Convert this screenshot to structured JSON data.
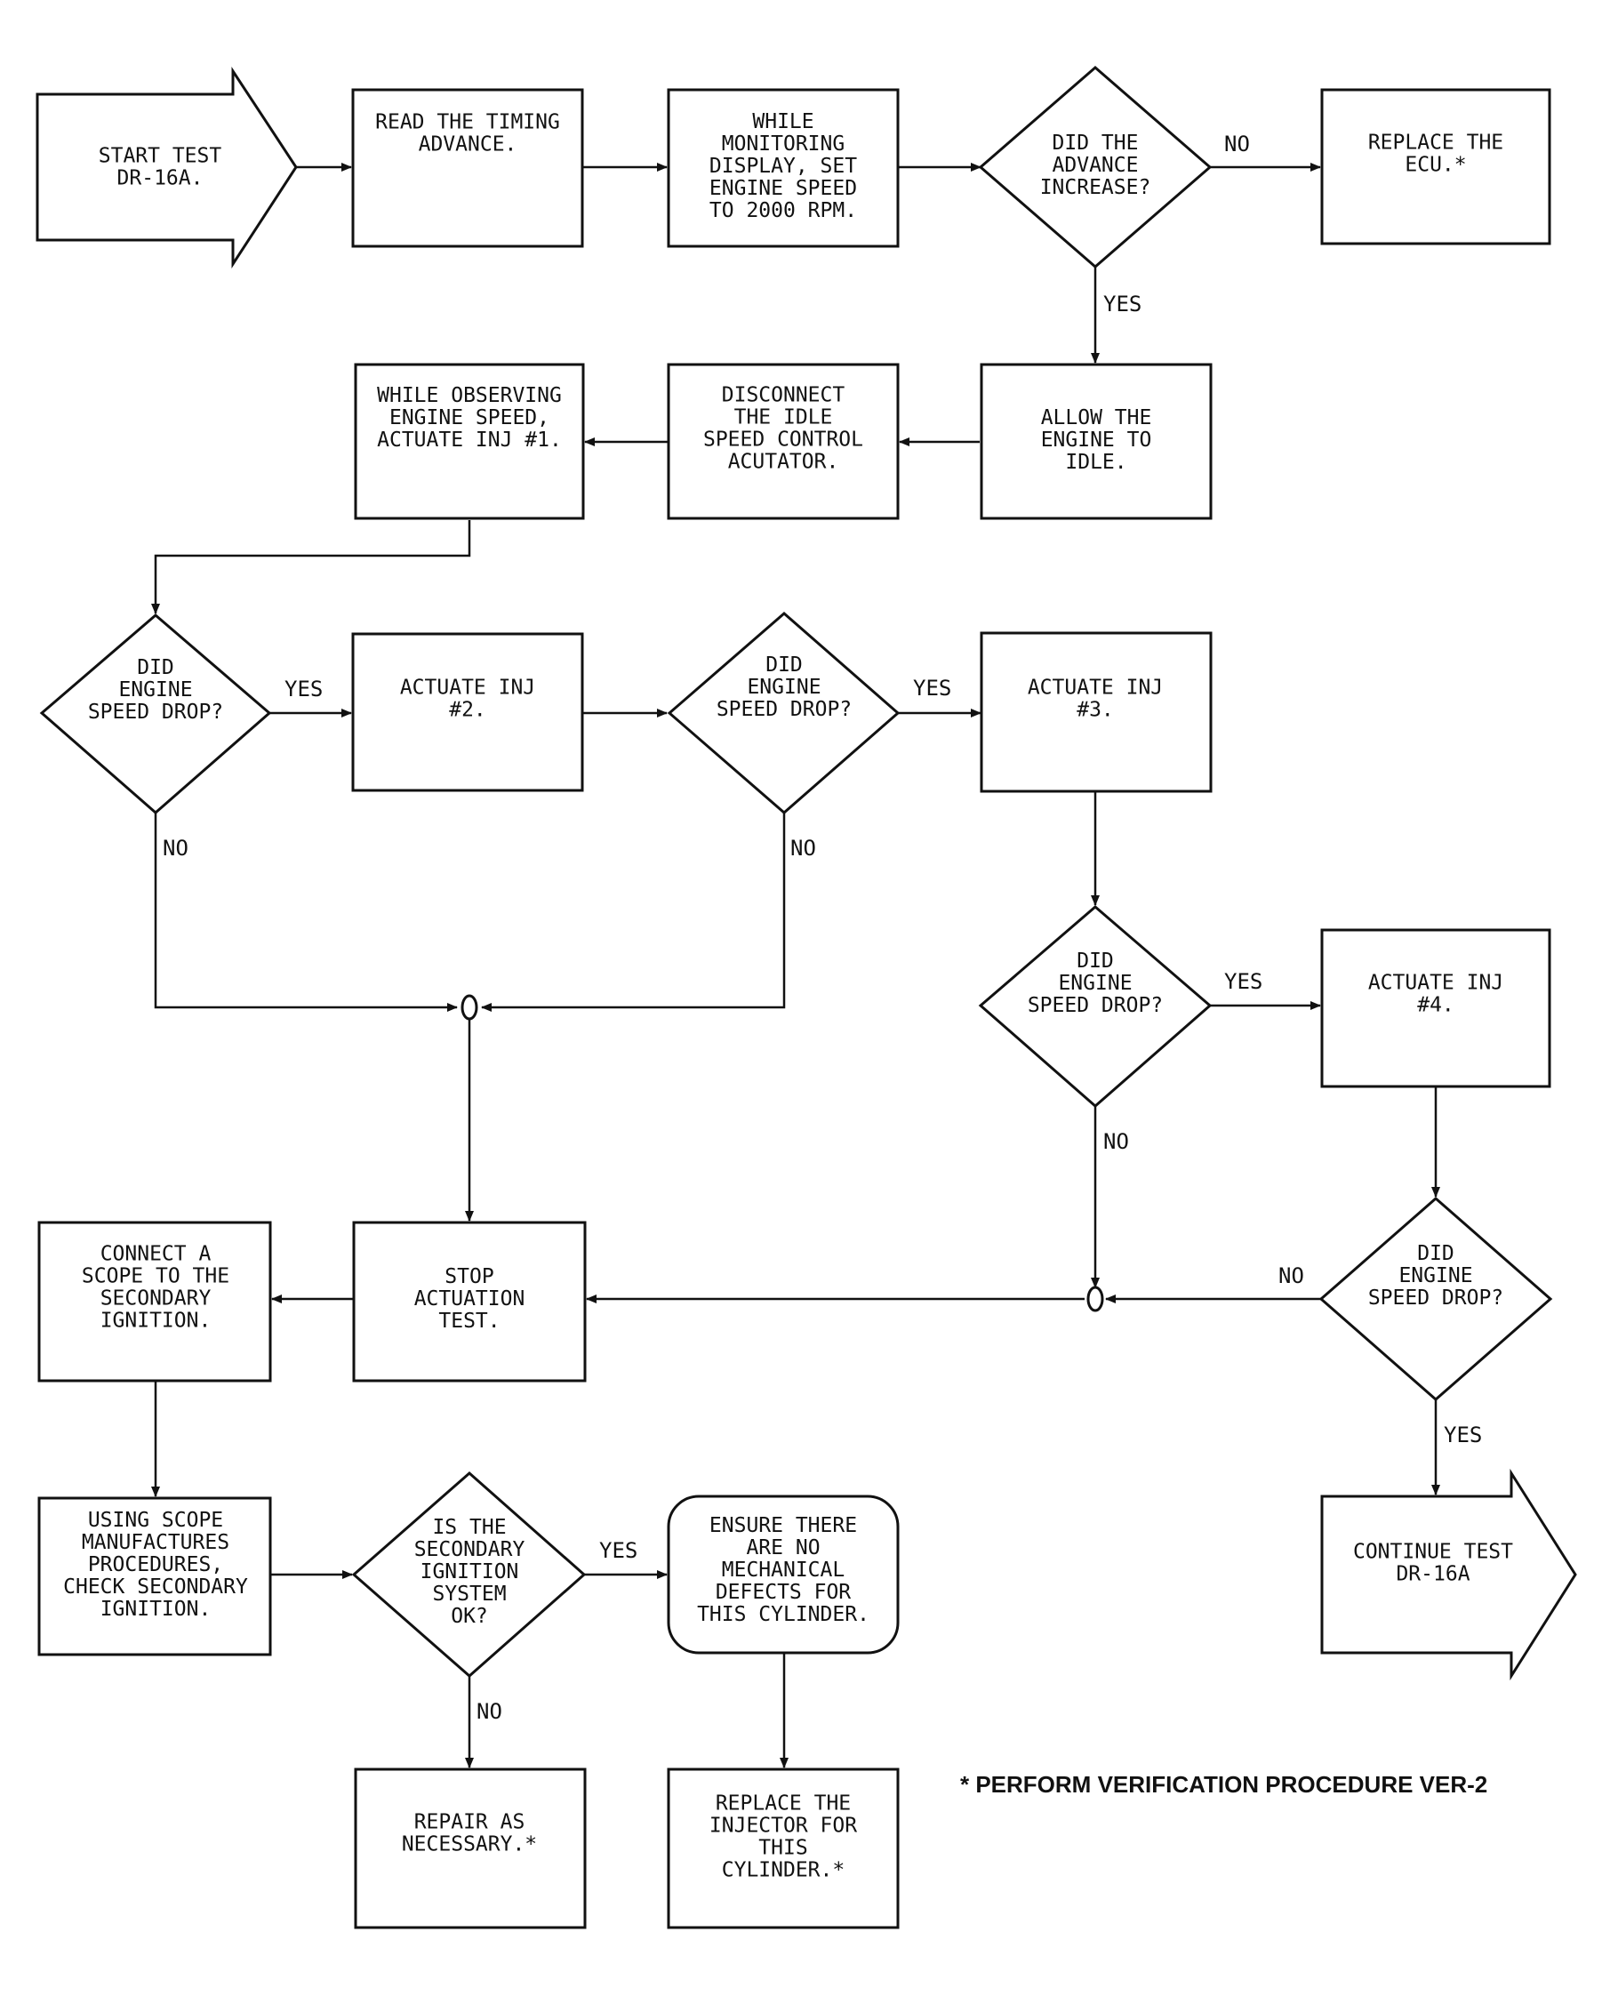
{
  "nodes": {
    "start": [
      "START TEST",
      "DR-16A."
    ],
    "read_timing": [
      "READ THE TIMING",
      "ADVANCE."
    ],
    "while_monitoring": [
      "WHILE",
      "MONITORING",
      "DISPLAY, SET",
      "ENGINE SPEED",
      "TO 2000 RPM."
    ],
    "did_advance": [
      "DID THE",
      "ADVANCE",
      "INCREASE?"
    ],
    "replace_ecu": [
      "REPLACE THE",
      "ECU.*"
    ],
    "allow_idle": [
      "ALLOW THE",
      "ENGINE TO",
      "IDLE."
    ],
    "disconnect_isc": [
      "DISCONNECT",
      "THE IDLE",
      "SPEED CONTROL",
      "ACUTATOR."
    ],
    "observe_inj1": [
      "WHILE OBSERVING",
      "ENGINE SPEED,",
      "ACTUATE INJ #1."
    ],
    "drop1": [
      "DID",
      "ENGINE",
      "SPEED DROP?"
    ],
    "actuate_inj2": [
      "ACTUATE INJ",
      "#2."
    ],
    "drop2": [
      "DID",
      "ENGINE",
      "SPEED DROP?"
    ],
    "actuate_inj3": [
      "ACTUATE INJ",
      "#3."
    ],
    "drop3": [
      "DID",
      "ENGINE",
      "SPEED DROP?"
    ],
    "actuate_inj4": [
      "ACTUATE INJ",
      "#4."
    ],
    "drop4": [
      "DID",
      "ENGINE",
      "SPEED DROP?"
    ],
    "stop_actuation": [
      "STOP",
      "ACTUATION",
      "TEST."
    ],
    "connect_scope": [
      "CONNECT A",
      "SCOPE TO THE",
      "SECONDARY",
      "IGNITION."
    ],
    "using_scope": [
      "USING SCOPE",
      "MANUFACTURES",
      "PROCEDURES,",
      "CHECK SECONDARY",
      "IGNITION."
    ],
    "ignition_ok": [
      "IS THE",
      "SECONDARY",
      "IGNITION",
      "SYSTEM",
      "OK?"
    ],
    "ensure_no_defects": [
      "ENSURE THERE",
      "ARE NO",
      "MECHANICAL",
      "DEFECTS FOR",
      "THIS CYLINDER."
    ],
    "repair": [
      "REPAIR AS",
      "NECESSARY.*"
    ],
    "replace_injector": [
      "REPLACE THE",
      "INJECTOR FOR",
      "THIS",
      "CYLINDER.*"
    ],
    "continue_test": [
      "CONTINUE TEST",
      "DR-16A"
    ]
  },
  "edge_labels": {
    "advance_no": "NO",
    "advance_yes": "YES",
    "drop1_yes": "YES",
    "drop1_no": "NO",
    "drop2_yes": "YES",
    "drop2_no": "NO",
    "drop3_yes": "YES",
    "drop3_no": "NO",
    "drop4_no": "NO",
    "drop4_yes": "YES",
    "ignition_yes": "YES",
    "ignition_no": "NO"
  },
  "footnote": "* PERFORM VERIFICATION PROCEDURE VER-2"
}
